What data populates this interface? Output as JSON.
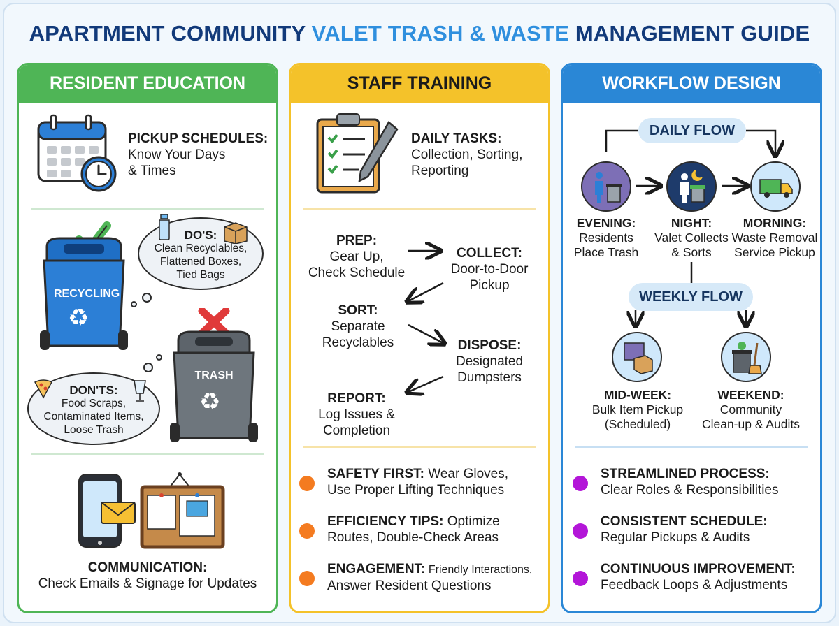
{
  "title": {
    "part1": "APARTMENT COMMUNITY ",
    "part2": "VALET TRASH & WASTE",
    "part3": " MANAGEMENT GUIDE"
  },
  "resident": {
    "heading": "RESIDENT EDUCATION",
    "pickup_title": "PICKUP SCHEDULES:",
    "pickup_line1": "Know Your Days",
    "pickup_line2": "& Times",
    "dos_title": "DO'S:",
    "dos_line1": "Clean Recyclables,",
    "dos_line2": "Flattened Boxes,",
    "dos_line3": "Tied Bags",
    "recycling_label": "RECYCLING",
    "trash_label": "TRASH",
    "donts_title": "DON'TS:",
    "donts_line1": "Food Scraps,",
    "donts_line2": "Contaminated Items,",
    "donts_line3": "Loose Trash",
    "comm_title": "COMMUNICATION:",
    "comm_text": "Check Emails & Signage for Updates"
  },
  "staff": {
    "heading": "STAFF TRAINING",
    "daily_title": "DAILY TASKS:",
    "daily_line1": "Collection, Sorting,",
    "daily_line2": "Reporting",
    "steps": {
      "prep_title": "PREP:",
      "prep_l1": "Gear Up,",
      "prep_l2": "Check Schedule",
      "collect_title": "COLLECT:",
      "collect_l1": "Door-to-Door",
      "collect_l2": "Pickup",
      "sort_title": "SORT:",
      "sort_l1": "Separate",
      "sort_l2": "Recyclables",
      "dispose_title": "DISPOSE:",
      "dispose_l1": "Designated",
      "dispose_l2": "Dumpsters",
      "report_title": "REPORT:",
      "report_l1": "Log Issues &",
      "report_l2": "Completion"
    },
    "tips": [
      {
        "title": "SAFETY FIRST:",
        "rest": " Wear Gloves,",
        "line2": "Use Proper Lifting Techniques"
      },
      {
        "title": "EFFICIENCY TIPS:",
        "rest": " Optimize",
        "line2": "Routes, Double-Check Areas"
      },
      {
        "title": "ENGAGEMENT:",
        "rest": " Friendly Interactions,",
        "line2": "Answer Resident Questions"
      }
    ],
    "dot_color": "#f47b20"
  },
  "workflow": {
    "heading": "WORKFLOW DESIGN",
    "daily_flow": "DAILY FLOW",
    "weekly_flow": "WEEKLY FLOW",
    "evening_title": "EVENING:",
    "evening_l1": "Residents",
    "evening_l2": "Place Trash",
    "night_title": "NIGHT:",
    "night_l1": "Valet Collects",
    "night_l2": "& Sorts",
    "morning_title": "MORNING:",
    "morning_l1": "Waste Removal",
    "morning_l2": "Service Pickup",
    "midweek_title": "MID-WEEK:",
    "midweek_l1": "Bulk Item Pickup",
    "midweek_l2": "(Scheduled)",
    "weekend_title": "WEEKEND:",
    "weekend_l1": "Community",
    "weekend_l2": "Clean-up & Audits",
    "points": [
      {
        "title": "STREAMLINED PROCESS:",
        "line2": "Clear Roles & Responsibilities"
      },
      {
        "title": "CONSISTENT SCHEDULE:",
        "line2": "Regular Pickups & Audits"
      },
      {
        "title": "CONTINUOUS IMPROVEMENT:",
        "line2": "Feedback Loops & Adjustments"
      }
    ],
    "dot_color": "#b316d8"
  }
}
